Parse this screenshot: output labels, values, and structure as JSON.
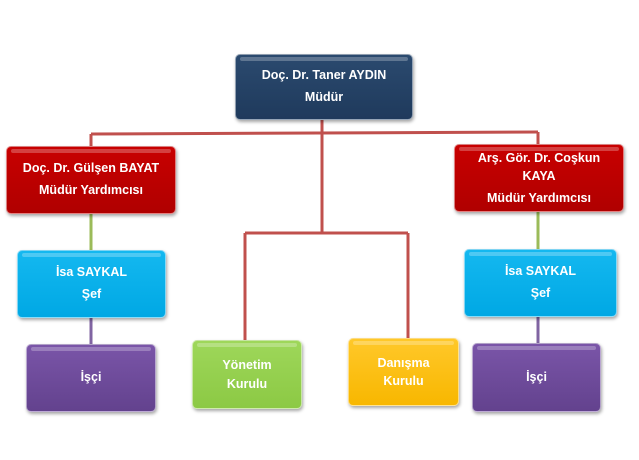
{
  "director": {
    "name": "Doç. Dr. Taner AYDIN",
    "title": "Müdür"
  },
  "deputy_left": {
    "name": "Doç. Dr. Gülşen BAYAT",
    "title": "Müdür Yardımcısı"
  },
  "deputy_right": {
    "name": "Arş. Gör. Dr. Coşkun KAYA",
    "title": "Müdür Yardımcısı"
  },
  "chief_left": {
    "name": "İsa SAYKAL",
    "title": "Şef"
  },
  "chief_right": {
    "name": "İsa SAYKAL",
    "title": "Şef"
  },
  "worker_left": {
    "title": "İşçi"
  },
  "worker_right": {
    "title": "İşçi"
  },
  "board_management": {
    "title": "Yönetim Kurulu"
  },
  "board_advisory": {
    "title": "Danışma Kurulu"
  },
  "colors": {
    "director": "#243f60",
    "deputy": "#c00000",
    "chief": "#00b0f0",
    "worker": "#7030a0",
    "management": "#92d050",
    "advisory": "#ffc000",
    "line_red": "#c0504d",
    "line_green": "#9bbb59",
    "line_purple": "#8064a2"
  }
}
